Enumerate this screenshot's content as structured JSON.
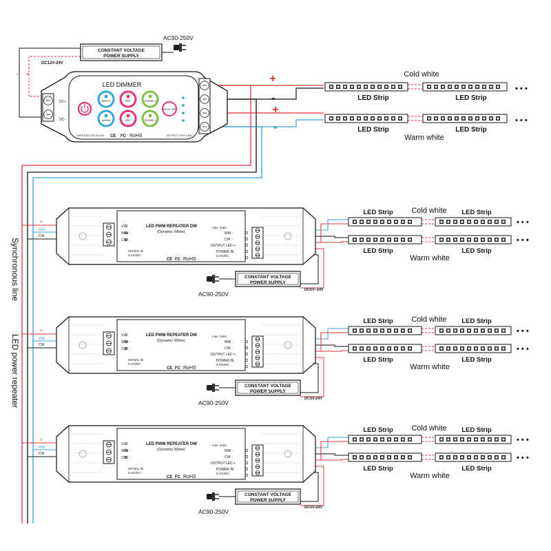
{
  "colors": {
    "red": "#e0303a",
    "blue": "#3aa0d8",
    "black": "#111111",
    "strip_led": "#222222",
    "dimmer_pink": "#e8317a",
    "dimmer_blue": "#35a6dd",
    "dimmer_green": "#7ac142",
    "dimmer_teal": "#1fa3b8"
  },
  "dimmer": {
    "ac_label": "AC90-250V",
    "psu_line1": "CONSTANT VOLTAGE",
    "psu_line2": "POWER SUPPLY",
    "dc_label": "DC12V-24V",
    "title": "LED DIMMER",
    "btn_white": "WHITE",
    "btn_warm": "WARM",
    "btn_brt_up": "BRT",
    "btn_brt_down": "BRT",
    "btn_scene1": "SCENE 1",
    "btn_scene2": "SCENE 2",
    "btn_delay": "DELAY OFF",
    "input_label": "INPUT:DC12V-DC24V",
    "output_label": "OUTPUT: 2CH X 8A",
    "rohs": "RoHS",
    "ce": "CE",
    "fc": "FC",
    "dc_plus": "DC+",
    "dc_minus": "DC-",
    "minus_sign": "-",
    "plus_sign": "+"
  },
  "top_strips": {
    "plus": "+",
    "minus": "-",
    "cold_white": "Cold white",
    "warm_white": "Warm white",
    "strip_label": "LED Strip",
    "dots": "• • •"
  },
  "side_labels": {
    "sync_line": "Synchronous line",
    "power_repeater": "LED power repeater"
  },
  "repeaters": [
    {
      "v_label": "V",
      "ww_label": "WW",
      "cw_label": "CW",
      "in_v": "V+",
      "in_ww": "WW -",
      "in_cw": "CW -",
      "title": "LED PWM REPEATER DW",
      "subtitle": "(Dynamic White)",
      "signal_in": "SIGNAL IN",
      "signal_v": "5-24VDC",
      "ce": "CE",
      "fc": "FC",
      "rohs": "RoHS",
      "max": "max. 2x8A",
      "out_ww": "WW -",
      "out_cw": "CW -",
      "out_led": "OUTPUT LED +",
      "power_in": "POWER IN",
      "power_v": "5-24VDC",
      "psu_line1": "CONSTANT VOLTAGE",
      "psu_line2": "POWER SUPPLY",
      "dc_label": "DC5V~24V",
      "ac_label": "AC90-250V",
      "cold_white": "Cold white",
      "warm_white": "Warm white",
      "strip_label": "LED Strip",
      "dots": "• • •"
    },
    {
      "v_label": "V",
      "ww_label": "WW",
      "cw_label": "CW",
      "in_v": "V+",
      "in_ww": "WW -",
      "in_cw": "CW -",
      "title": "LED PWM REPEATER DW",
      "subtitle": "(Dynamic White)",
      "signal_in": "SIGNAL IN",
      "signal_v": "5-24VDC",
      "ce": "CE",
      "fc": "FC",
      "rohs": "RoHS",
      "max": "max. 2x8A",
      "out_ww": "WW -",
      "out_cw": "CW -",
      "out_led": "OUTPUT LED +",
      "power_in": "POWER IN",
      "power_v": "5-24VDC",
      "psu_line1": "CONSTANT VOLTAGE",
      "psu_line2": "POWER SUPPLY",
      "dc_label": "DC5V-24V",
      "ac_label": "AC90-250V",
      "cold_white": "Cold white",
      "warm_white": "Warm white",
      "strip_label": "LED Strip",
      "dots": "• • •"
    },
    {
      "v_label": "V",
      "ww_label": "WW",
      "cw_label": "CW",
      "in_v": "V+",
      "in_ww": "WW -",
      "in_cw": "CW -",
      "title": "LED PWM REPEATER DW",
      "subtitle": "(Dynamic White)",
      "signal_in": "SIGNAL IN",
      "signal_v": "5-24VDC",
      "ce": "CE",
      "fc": "FC",
      "rohs": "RoHS",
      "max": "max. 2x8A",
      "out_ww": "WW -",
      "out_cw": "CW -",
      "out_led": "OUTPUT LED +",
      "power_in": "POWER IN",
      "power_v": "5-24VDC",
      "psu_line1": "CONSTANT VOLTAGE",
      "psu_line2": "POWER SUPPLY",
      "dc_label": "DC5V-24V",
      "ac_label": "AC90-250V",
      "cold_white": "Cold white",
      "warm_white": "Warm white",
      "strip_label": "LED Strip",
      "dots": "• • •"
    }
  ]
}
